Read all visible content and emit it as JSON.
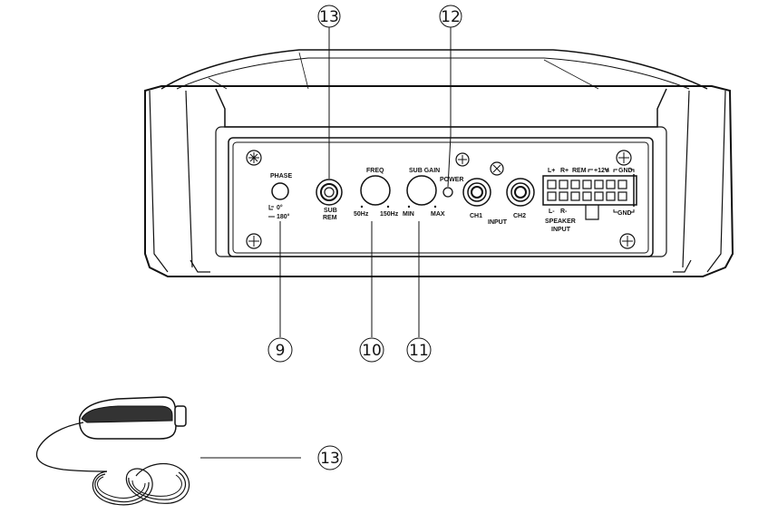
{
  "callouts": {
    "c13_top": "13",
    "c12": "12",
    "c9": "9",
    "c10": "10",
    "c11": "11",
    "c13_remote": "13"
  },
  "panel": {
    "phase": "PHASE",
    "phase_0": "0°",
    "phase_180": "180°",
    "sub": "SUB",
    "rem": "REM",
    "freq": "FREQ",
    "freq_min": "50Hz",
    "freq_max": "150Hz",
    "sub_gain": "SUB GAIN",
    "gain_min": "MIN",
    "gain_max": "MAX",
    "power": "POWER",
    "ch1": "CH1",
    "ch2": "CH2",
    "input": "INPUT",
    "conn_lplus": "L+",
    "conn_rplus": "R+",
    "conn_rem": "REM",
    "conn_12v": "+12V",
    "conn_gnd_top": "GND",
    "conn_lminus": "L-",
    "conn_rminus": "R-",
    "conn_gnd_bottom": "GND",
    "speaker": "SPEAKER",
    "speaker_input": "INPUT"
  }
}
